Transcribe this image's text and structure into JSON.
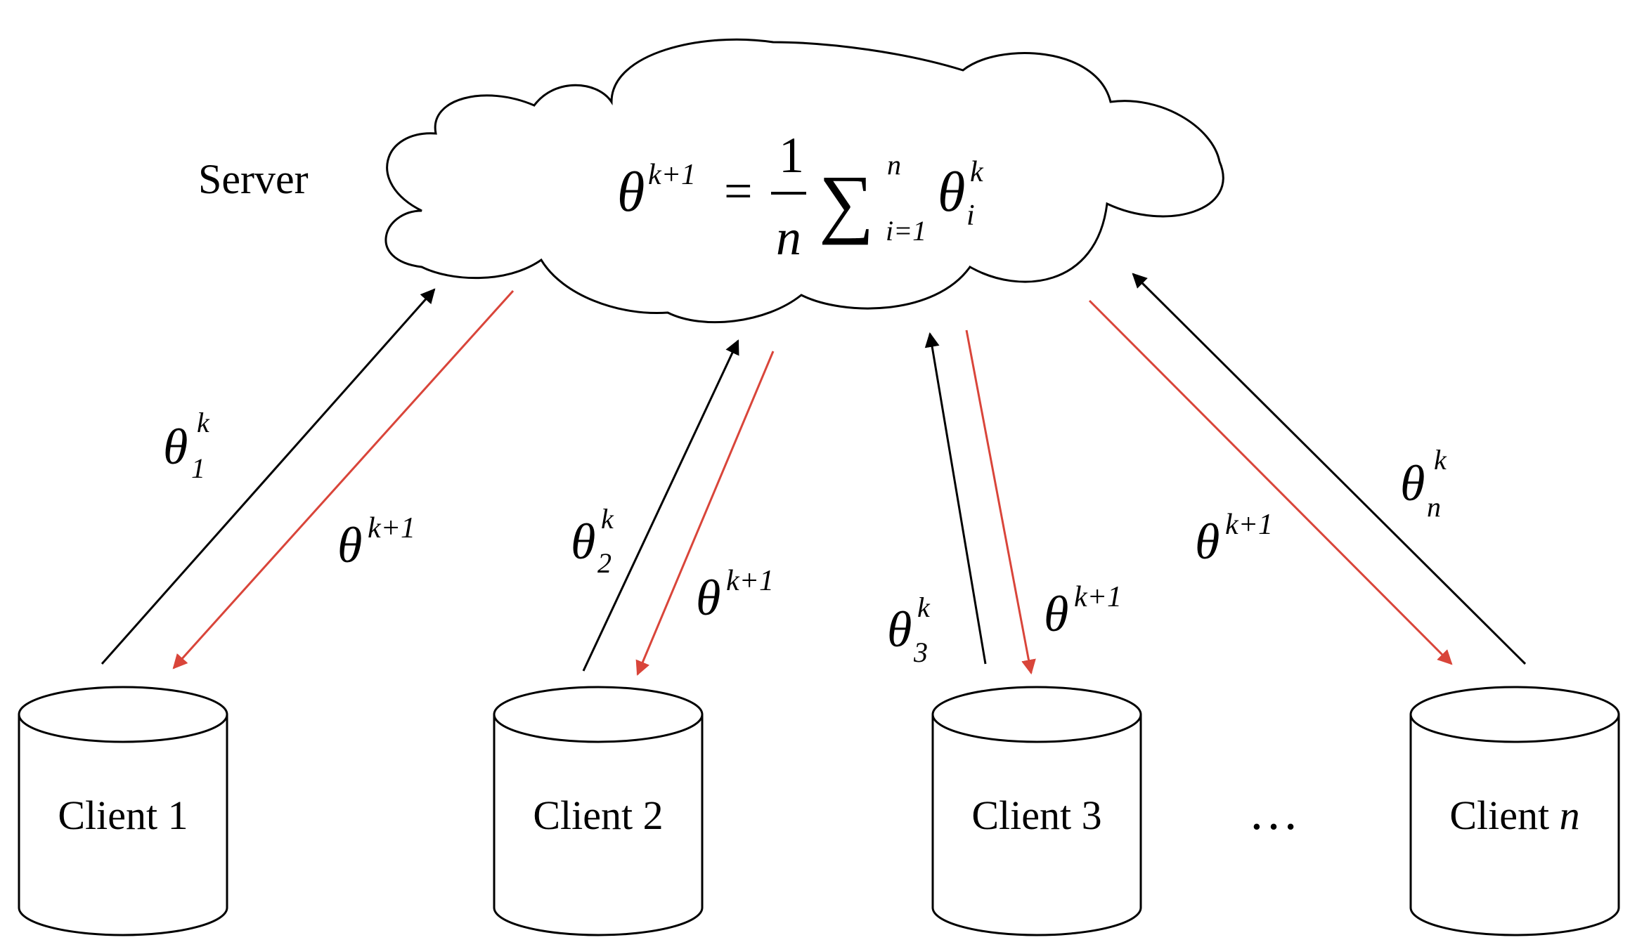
{
  "server": {
    "label": "Server",
    "formula": {
      "lhs_symbol": "θ",
      "lhs_sup": "k+1",
      "equals": "=",
      "frac_num": "1",
      "frac_den": "n",
      "sum_symbol": "∑",
      "sum_upper": "n",
      "sum_lower": "i=1",
      "rhs_symbol": "θ",
      "rhs_sup": "k",
      "rhs_sub": "i"
    }
  },
  "clients": [
    {
      "label": "Client 1",
      "upload_symbol": "θ",
      "upload_sub": "1",
      "upload_sup": "k",
      "download_symbol": "θ",
      "download_sup": "k+1"
    },
    {
      "label": "Client 2",
      "upload_symbol": "θ",
      "upload_sub": "2",
      "upload_sup": "k",
      "download_symbol": "θ",
      "download_sup": "k+1"
    },
    {
      "label": "Client 3",
      "upload_symbol": "θ",
      "upload_sub": "3",
      "upload_sup": "k",
      "download_symbol": "θ",
      "download_sup": "k+1"
    },
    {
      "label_prefix": "Client ",
      "label_var": "n",
      "upload_symbol": "θ",
      "upload_sub": "n",
      "upload_sup": "k",
      "download_symbol": "θ",
      "download_sup": "k+1"
    }
  ],
  "ellipsis": "…",
  "colors": {
    "upload_arrow": "#000000",
    "download_arrow": "#d9453a",
    "outline": "#000000",
    "background": "#ffffff"
  }
}
